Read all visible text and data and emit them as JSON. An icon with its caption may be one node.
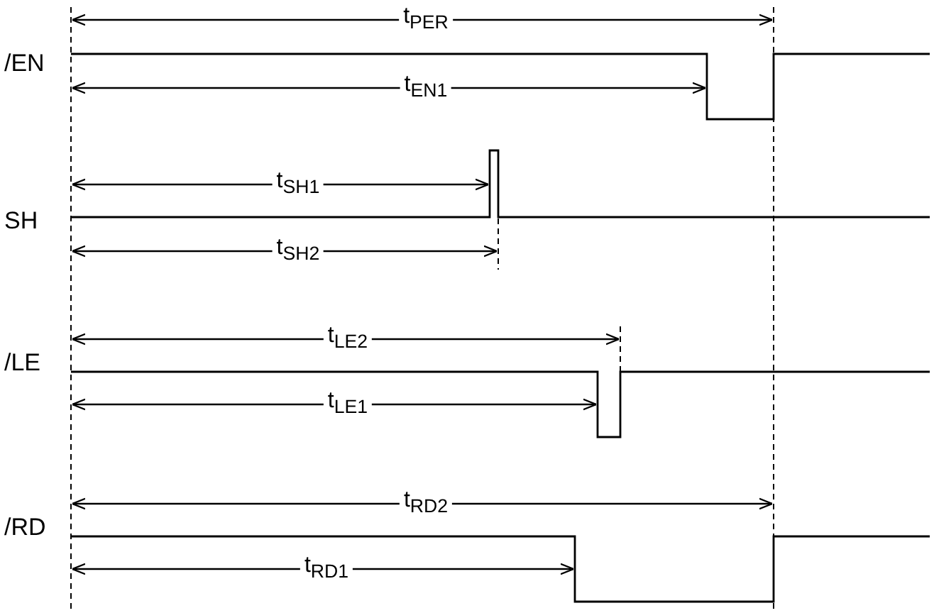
{
  "diagram": {
    "labels": [
      "t$_{PER}$",
      "/EN",
      "t$_{EN1}$",
      "t$_{SH1}$",
      "SH",
      "t$_{SH2}$",
      "t$_{LE2}$",
      "/LE",
      "t$_{LE1}$",
      "t$_{RD2}$",
      "/RD",
      "t$_{RD1}$"
    ]
  }
}
